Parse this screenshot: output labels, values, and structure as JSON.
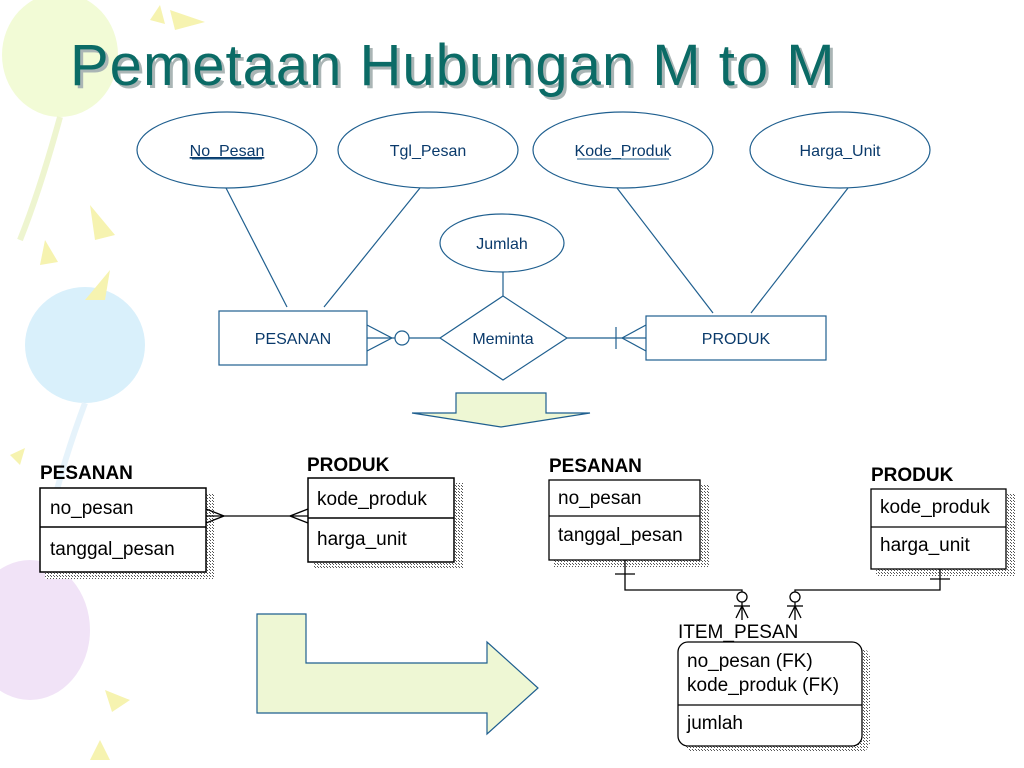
{
  "title": "Pemetaan Hubungan M to M",
  "er": {
    "attributes": [
      {
        "label": "No_Pesan",
        "key": true
      },
      {
        "label": "Tgl_Pesan",
        "key": false
      },
      {
        "label": "Kode_Produk",
        "key": true
      },
      {
        "label": "Harga_Unit",
        "key": false
      },
      {
        "label": "Jumlah",
        "key": false
      }
    ],
    "entities": [
      "PESANAN",
      "PRODUK"
    ],
    "relationship": "Meminta"
  },
  "left_model": {
    "pesanan": {
      "name": "PESANAN",
      "key": "no_pesan",
      "attr": "tanggal_pesan"
    },
    "produk": {
      "name": "PRODUK",
      "key": "kode_produk",
      "attr": "harga_unit"
    }
  },
  "right_model": {
    "pesanan": {
      "name": "PESANAN",
      "key": "no_pesan",
      "attr": "tanggal_pesan"
    },
    "produk": {
      "name": "PRODUK",
      "key": "kode_produk",
      "attr": "harga_unit"
    },
    "item_pesan": {
      "name": "ITEM_PESAN",
      "keys": [
        "no_pesan (FK)",
        "kode_produk (FK)"
      ],
      "attr": "jumlah"
    }
  },
  "colors": {
    "title": "#0b6b66",
    "er_line": "#1f5f8f",
    "arrow_fill": "#eef7d4"
  }
}
